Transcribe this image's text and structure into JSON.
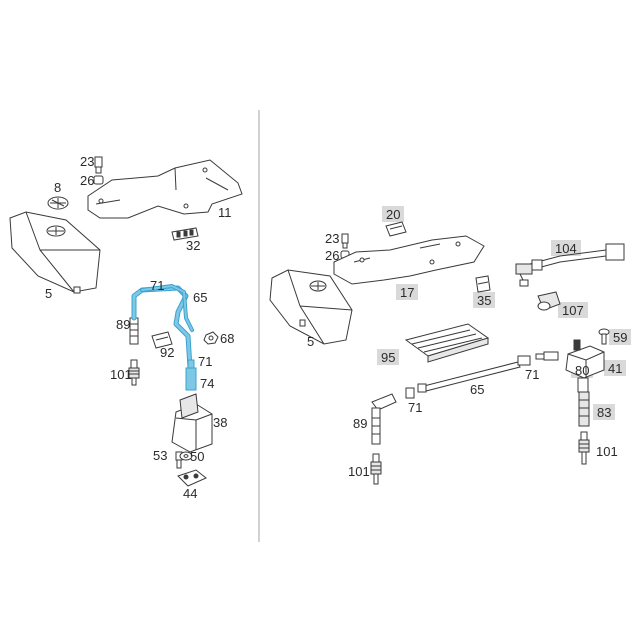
{
  "colors": {
    "highlight": "#7ec8e6",
    "highlight_dark": "#3aa3cf",
    "tag_background": "#d9d9d9",
    "divider": "#b5b5b5"
  },
  "left_panel": {
    "callouts": {
      "c23": "23",
      "c26": "26",
      "c8": "8",
      "c11": "11",
      "c32": "32",
      "c5": "5",
      "c71a": "71",
      "c65": "65",
      "c89": "89",
      "c92": "92",
      "c68": "68",
      "c71b": "71",
      "c101": "101",
      "c74": "74",
      "c38": "38",
      "c53": "53",
      "c50": "50",
      "c44": "44"
    }
  },
  "right_panel": {
    "callouts": {
      "c20": "20",
      "c23": "23",
      "c26": "26",
      "c17": "17",
      "c35": "35",
      "c104": "104",
      "c107": "107",
      "c5": "5",
      "c59": "59",
      "c95": "95",
      "c80": "80",
      "c71a": "71",
      "c41": "41",
      "c65": "65",
      "c71b": "71",
      "c89": "89",
      "c83": "83",
      "c101a": "101",
      "c101b": "101"
    }
  }
}
